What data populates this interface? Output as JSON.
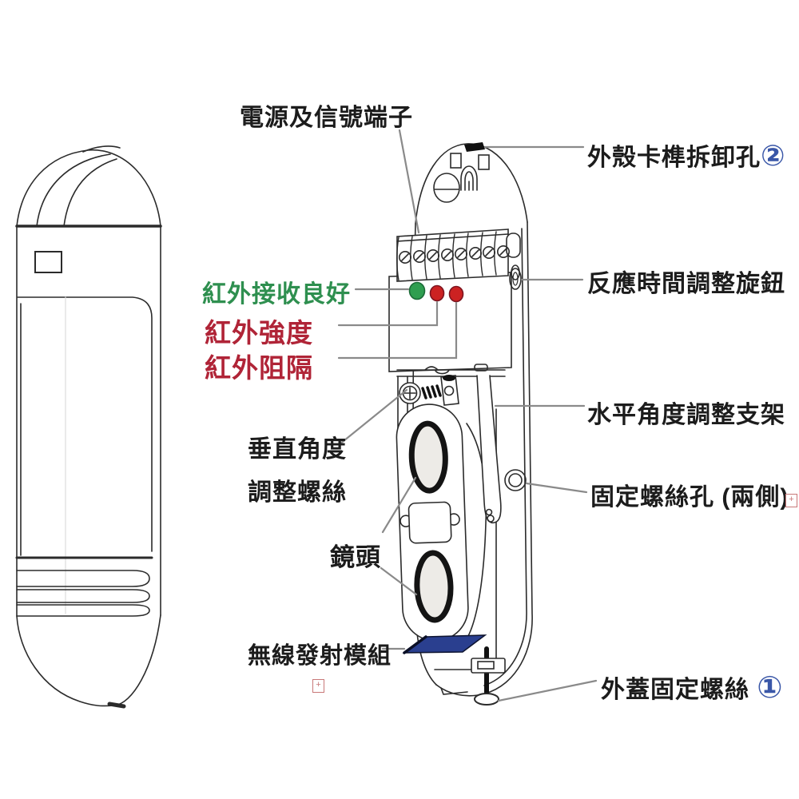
{
  "figure": {
    "type": "labeled-parts-diagram",
    "subject": "infrared beam detector (outer shell and internal view)",
    "labels": {
      "power_terminal": "電源及信號端子",
      "shell_latch": "外殼卡榫拆卸孔",
      "shell_latch_marker": "②",
      "ir_good": "紅外接收良好",
      "ir_strength": "紅外強度",
      "ir_block": "紅外阻隔",
      "response_knob": "反應時間調整旋鈕",
      "horizontal_bracket": "水平角度調整支架",
      "vertical_screw_line1": "垂直角度",
      "vertical_screw_line2": "調整螺絲",
      "fixing_hole": "固定螺絲孔 (兩側)",
      "lens": "鏡頭",
      "wireless_module": "無線發射模組",
      "cover_screw": "外蓋固定螺絲",
      "cover_screw_marker": "①",
      "placeholder_icon": "+"
    },
    "colors": {
      "label_text": "#1c1c1c",
      "ir_good_green": "#2e8f4f",
      "ir_alert_red": "#b02437",
      "marker_blue": "#3a57a8",
      "module_blue": "#2a3f8f",
      "led_green": "#2f9e50",
      "led_red": "#cc2222",
      "line_art": "#2b2b2b",
      "leader_gray": "#8a8a8a"
    },
    "indicators": [
      {
        "name": "ir-good-led",
        "color": "green"
      },
      {
        "name": "ir-strength-led",
        "color": "red"
      },
      {
        "name": "ir-block-led",
        "color": "red"
      }
    ]
  }
}
